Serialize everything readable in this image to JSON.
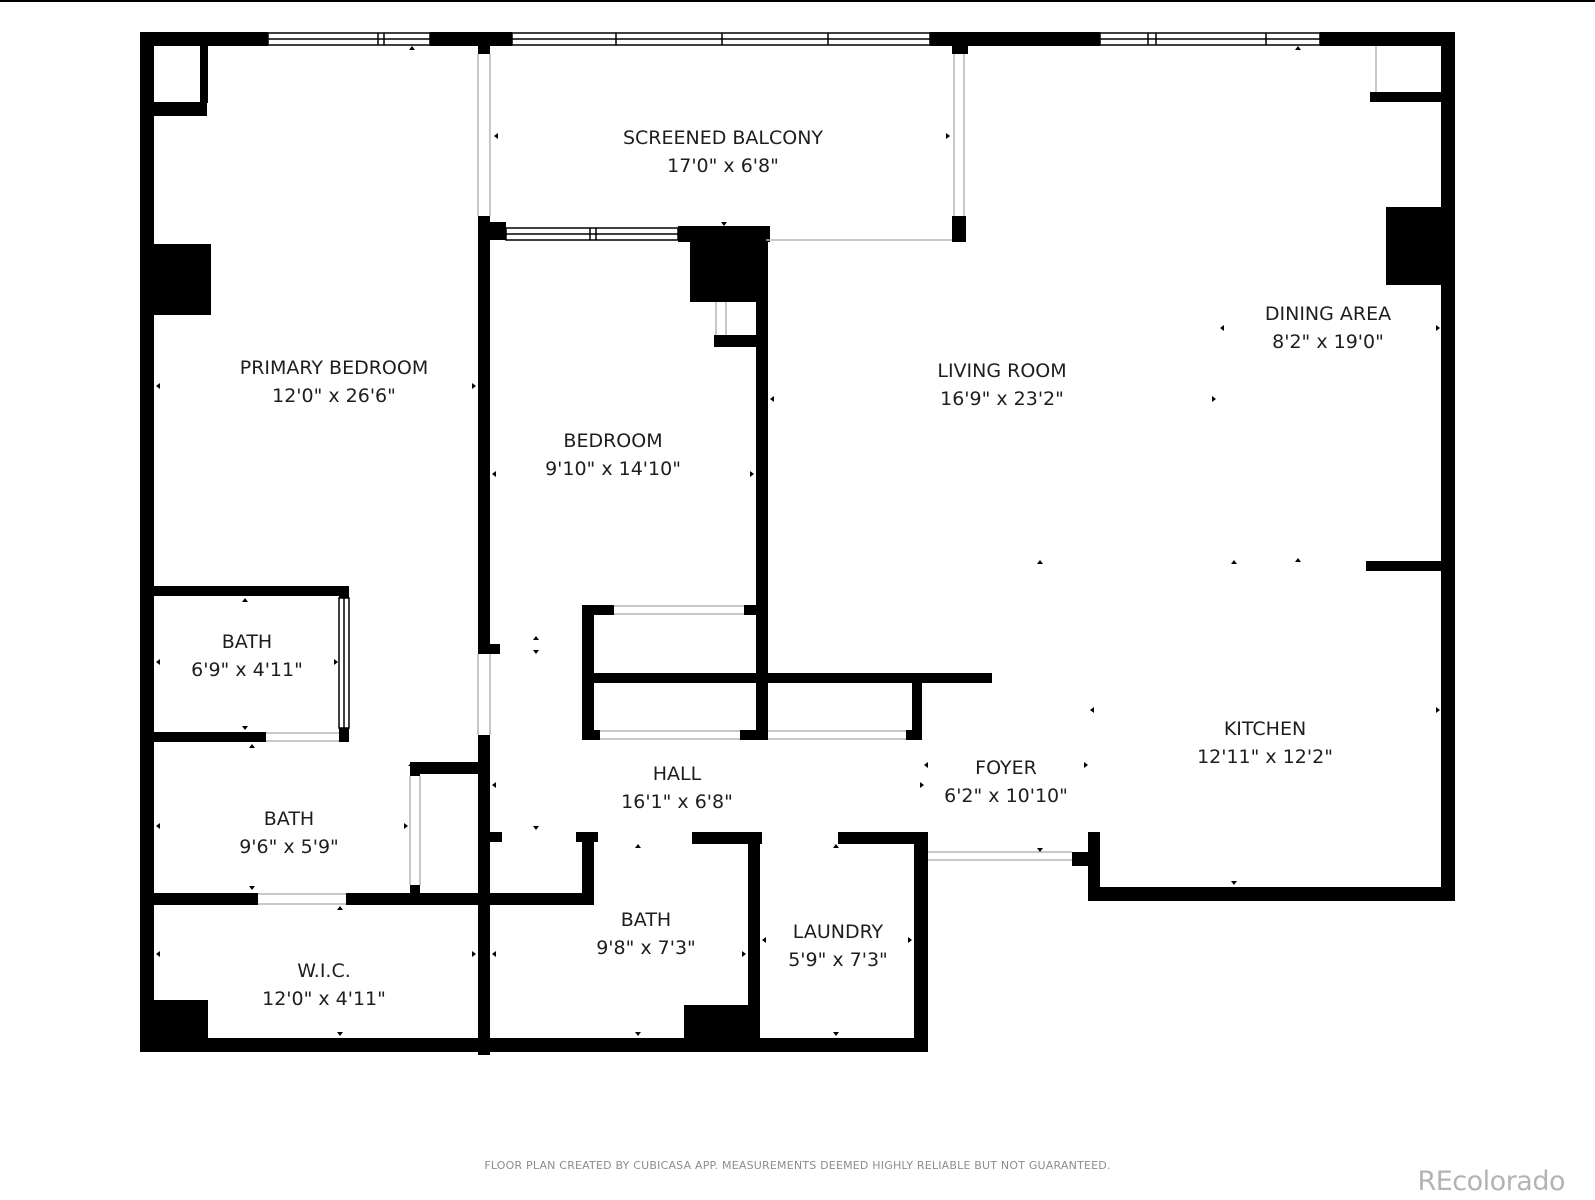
{
  "rooms": [
    {
      "id": "screened-balcony",
      "name": "SCREENED BALCONY",
      "size": "17'0\" x 6'8\""
    },
    {
      "id": "primary-bedroom",
      "name": "PRIMARY BEDROOM",
      "size": "12'0\" x 26'6\""
    },
    {
      "id": "bedroom",
      "name": "BEDROOM",
      "size": "9'10\" x 14'10\""
    },
    {
      "id": "living-room",
      "name": "LIVING ROOM",
      "size": "16'9\" x 23'2\""
    },
    {
      "id": "dining-area",
      "name": "DINING AREA",
      "size": "8'2\" x 19'0\""
    },
    {
      "id": "bath-1",
      "name": "BATH",
      "size": "6'9\" x 4'11\""
    },
    {
      "id": "bath-2",
      "name": "BATH",
      "size": "9'6\" x 5'9\""
    },
    {
      "id": "hall",
      "name": "HALL",
      "size": "16'1\" x 6'8\""
    },
    {
      "id": "foyer",
      "name": "FOYER",
      "size": "6'2\" x 10'10\""
    },
    {
      "id": "kitchen",
      "name": "KITCHEN",
      "size": "12'11\" x 12'2\""
    },
    {
      "id": "wic",
      "name": "W.I.C.",
      "size": "12'0\" x 4'11\""
    },
    {
      "id": "bath-3",
      "name": "BATH",
      "size": "9'8\" x 7'3\""
    },
    {
      "id": "laundry",
      "name": "LAUNDRY",
      "size": "5'9\" x 7'3\""
    }
  ],
  "footer": {
    "disclaimer": "FLOOR PLAN CREATED BY CUBICASA APP. MEASUREMENTS DEEMED HIGHLY RELIABLE BUT NOT GUARANTEED.",
    "brand": "REcolorado"
  },
  "colors": {
    "wall": "#000000",
    "window": "#9a9a9a",
    "text": "#1e1e1e"
  }
}
